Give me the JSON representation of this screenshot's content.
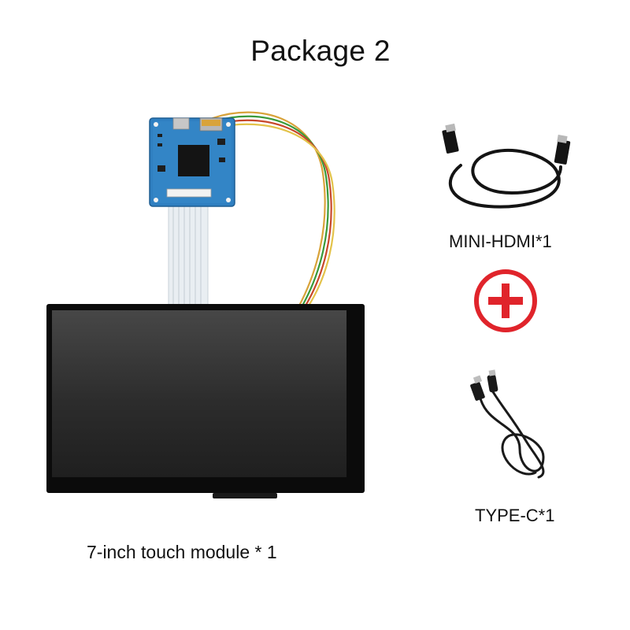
{
  "page": {
    "title": "Package 2"
  },
  "items": {
    "module_label": "7-inch touch module * 1",
    "hdmi_label": "MINI-HDMI*1",
    "typec_label": "TYPE-C*1"
  },
  "colors": {
    "plus_circle": "#e0242b",
    "pcb_blue": "#2f7fc1",
    "screen_dark": "#2b2b2b",
    "bezel_black": "#0b0b0b"
  },
  "icons": {
    "plus": "plus-in-circle-icon"
  }
}
